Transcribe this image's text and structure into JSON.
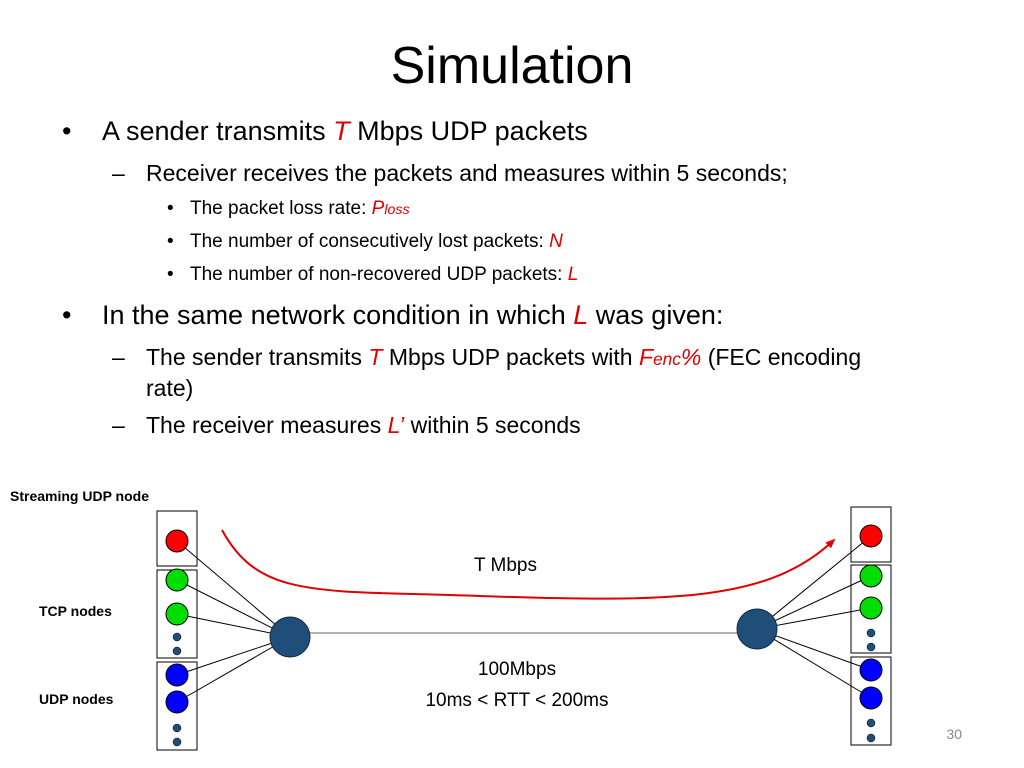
{
  "slide": {
    "title": "Simulation",
    "page_number": "30"
  },
  "bullets": {
    "b1": {
      "pre": "A sender transmits ",
      "var": "T",
      "post": " Mbps UDP packets"
    },
    "b1_1": {
      "text": "Receiver receives the packets and measures within 5 seconds;"
    },
    "b1_1_1": {
      "pre": "The packet loss rate: ",
      "var": "P",
      "var_sub": "loss"
    },
    "b1_1_2": {
      "pre": "The number of consecutively lost packets: ",
      "var": "N"
    },
    "b1_1_3": {
      "pre": "The number of non-recovered UDP packets: ",
      "var": "L"
    },
    "b2": {
      "pre": "In the same network condition in which ",
      "var": "L",
      "post": " was given:"
    },
    "b2_1": {
      "pre": "The sender transmits ",
      "var": "T",
      "mid": " Mbps UDP packets with ",
      "var2": "F",
      "var2_sub": "enc",
      "var2_tail": "%",
      "post": " (FEC encoding",
      "cont": "rate)"
    },
    "b2_2": {
      "pre": "The receiver measures ",
      "var": "L’",
      "post": " within 5 seconds"
    }
  },
  "markers": {
    "level1": "•",
    "level2": "–",
    "level3": "•"
  },
  "diagram": {
    "label_streaming": "Streaming UDP node",
    "label_tcp": "TCP nodes",
    "label_udp": "UDP nodes",
    "flow_label": "T Mbps",
    "link_bandwidth": "100Mbps",
    "link_rtt": "10ms < RTT < 200ms",
    "colors": {
      "streaming": "#ff0000",
      "tcp": "#00dd00",
      "udp": "#0000ff",
      "router": "#1f4e79",
      "flow": "#e00000",
      "accent": "#e00000"
    }
  }
}
